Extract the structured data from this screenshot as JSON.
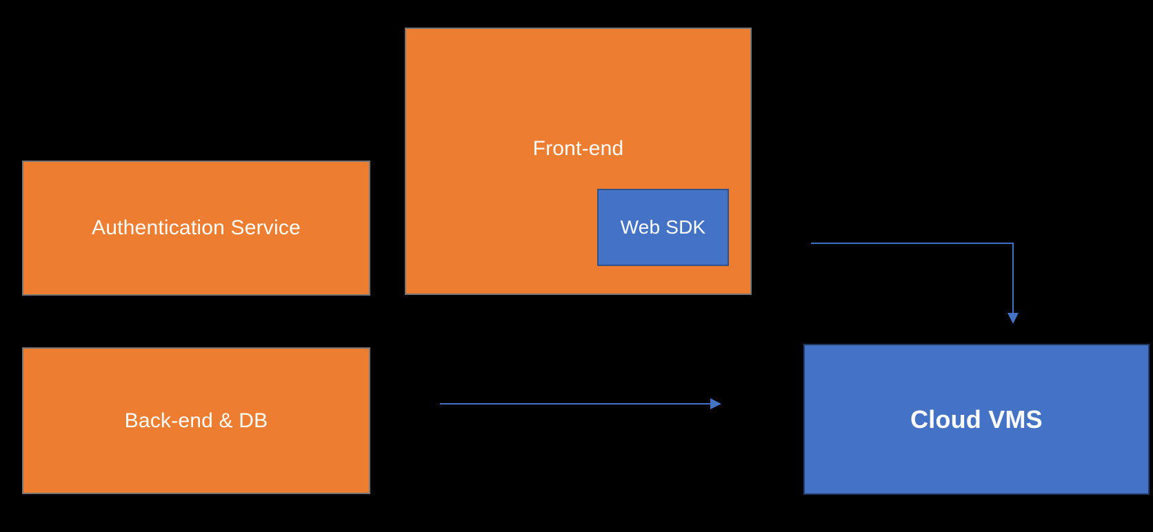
{
  "diagram": {
    "background_color": "#000000",
    "text_color": "#FFFFFF",
    "nodes": {
      "auth": {
        "label": "Authentication Service",
        "fill": "#ED7D31",
        "border": "#767676"
      },
      "frontend": {
        "label": "Front-end",
        "fill": "#ED7D31",
        "border": "#767676"
      },
      "websdk": {
        "label": "Web SDK",
        "fill": "#4472C4",
        "border": "#2F528F",
        "parent": "Front-end"
      },
      "backend": {
        "label": "Back-end & DB",
        "fill": "#ED7D31",
        "border": "#767676"
      },
      "cloudvms": {
        "label": "Cloud VMS",
        "fill": "#4472C4",
        "border": "#203864"
      }
    },
    "arrows": [
      {
        "name": "frontend-to-cloudvms-elbow-arrow",
        "from": "Front-end",
        "to": "Cloud VMS",
        "shape": "elbow-right-then-down",
        "color": "#4472C4"
      },
      {
        "name": "backend-to-cloudvms-arrow",
        "from": "Back-end & DB",
        "to": "Cloud VMS",
        "shape": "straight-right",
        "color": "#4472C4"
      }
    ]
  }
}
